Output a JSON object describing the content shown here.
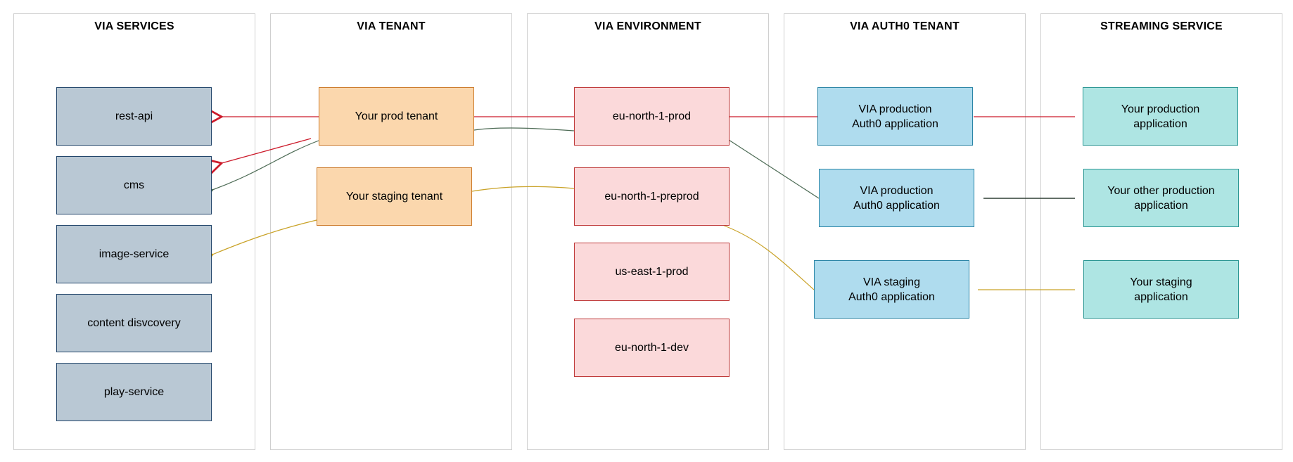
{
  "colors": {
    "prod_edge": "#cc1b2b",
    "prod_edge_secondary": "#4d6b55",
    "staging_edge": "#c9a227"
  },
  "columns": [
    {
      "id": "via-services",
      "title": "VIA SERVICES"
    },
    {
      "id": "via-tenant",
      "title": "VIA TENANT"
    },
    {
      "id": "via-environment",
      "title": "VIA ENVIRONMENT"
    },
    {
      "id": "via-auth0-tenant",
      "title": "VIA AUTH0 TENANT"
    },
    {
      "id": "streaming-service",
      "title": "STREAMING SERVICE"
    }
  ],
  "services": [
    "rest-api",
    "cms",
    "image-service",
    "content disvcovery",
    "play-service"
  ],
  "tenants": [
    "Your prod tenant",
    "Your staging tenant"
  ],
  "environments": [
    "eu-north-1-prod",
    "eu-north-1-preprod",
    "us-east-1-prod",
    "eu-north-1-dev"
  ],
  "auth0_apps": [
    "VIA production\nAuth0 application",
    "VIA production\nAuth0 application",
    "VIA staging\nAuth0 application"
  ],
  "streaming_apps": [
    "Your production\napplication",
    "Your other production\napplication",
    "Your staging\napplication"
  ]
}
